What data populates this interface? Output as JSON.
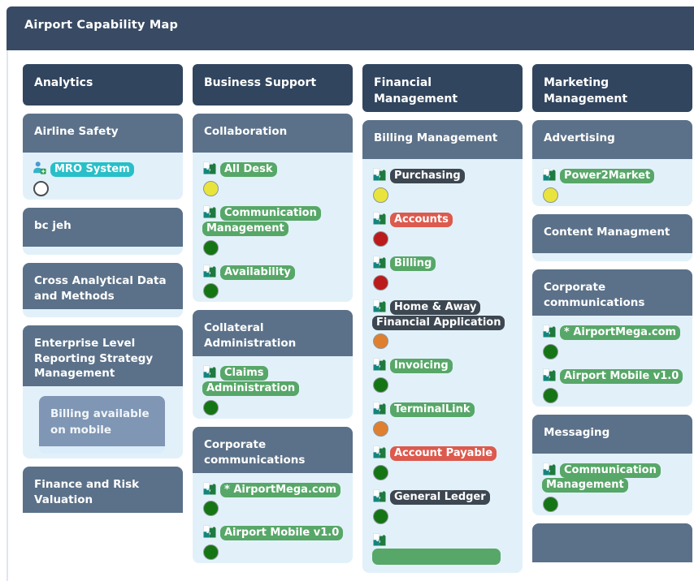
{
  "app": {
    "title": "Airport Capability Map"
  },
  "colors": {
    "navy": "#394b64",
    "col_head": "#31455e",
    "card_head": "#5b7189",
    "card_body": "#e2f1f9",
    "subcard": "#7f96b4",
    "pill_green": "#57a768",
    "pill_teal": "#29bfc8",
    "pill_dark": "#3d4751",
    "pill_red": "#dc5a4e",
    "status_yellow": "#e9e43c",
    "status_green": "#157515",
    "status_red": "#bb1b1b",
    "status_orange": "#df8030",
    "border_line": "#dfe7ee"
  },
  "icons": {
    "app_icon": "puzzle-application-icon",
    "person_icon": "person-application-icon"
  },
  "columns": [
    {
      "title": "Analytics",
      "cards": [
        {
          "title": "Airline Safety",
          "items": [
            {
              "label": "MRO System",
              "pill": "teal",
              "status": "hollow",
              "icon": "person-application-icon"
            }
          ]
        },
        {
          "title": "bc jeh",
          "items": []
        },
        {
          "title": "Cross Analytical Data and Methods",
          "items": []
        },
        {
          "title": "Enterprise Level Reporting Strategy Management",
          "subcards": [
            {
              "title": "Billing available on mobile"
            }
          ],
          "items": []
        },
        {
          "title": "Finance and Risk Valuation",
          "items": []
        }
      ]
    },
    {
      "title": "Business Support",
      "cards": [
        {
          "title": "Collaboration",
          "items": [
            {
              "label": "All Desk",
              "pill": "green",
              "status": "yellow",
              "icon": "puzzle-application-icon"
            },
            {
              "label": "Communication Management",
              "pill": "green",
              "status": "green",
              "icon": "puzzle-application-icon"
            },
            {
              "label": "Availability",
              "pill": "green",
              "status": "green",
              "icon": "puzzle-application-icon"
            }
          ]
        },
        {
          "title": "Collateral Administration",
          "items": [
            {
              "label": "Claims Administration",
              "pill": "green",
              "status": "green",
              "icon": "puzzle-application-icon"
            }
          ]
        },
        {
          "title": "Corporate communications",
          "items": [
            {
              "label": "* AirportMega.com",
              "pill": "green",
              "status": "green",
              "icon": "puzzle-application-icon"
            },
            {
              "label": "Airport Mobile v1.0",
              "pill": "green",
              "status": "green",
              "icon": "puzzle-application-icon"
            }
          ]
        }
      ]
    },
    {
      "title": "Financial Management",
      "cards": [
        {
          "title": "Billing Management",
          "items": [
            {
              "label": "Purchasing",
              "pill": "dark",
              "status": "yellow",
              "icon": "puzzle-application-icon"
            },
            {
              "label": "Accounts",
              "pill": "red",
              "status": "red",
              "icon": "puzzle-application-icon"
            },
            {
              "label": "Billing",
              "pill": "green",
              "status": "red",
              "icon": "puzzle-application-icon"
            },
            {
              "label": "Home & Away Financial Application",
              "pill": "dark",
              "status": "orange",
              "icon": "puzzle-application-icon"
            },
            {
              "label": "Invoicing",
              "pill": "green",
              "status": "green",
              "icon": "puzzle-application-icon"
            },
            {
              "label": "TerminalLink",
              "pill": "green",
              "status": "orange",
              "icon": "puzzle-application-icon"
            },
            {
              "label": "Account Payable",
              "pill": "red",
              "status": "green",
              "icon": "puzzle-application-icon"
            },
            {
              "label": "General Ledger",
              "pill": "dark",
              "status": "green",
              "icon": "puzzle-application-icon"
            },
            {
              "label": "",
              "pill": "green",
              "status": "none",
              "icon": "puzzle-application-icon",
              "note": "clipped at viewport bottom"
            }
          ]
        }
      ]
    },
    {
      "title": "Marketing Management",
      "cards": [
        {
          "title": "Advertising",
          "items": [
            {
              "label": "Power2Market",
              "pill": "green",
              "status": "yellow",
              "icon": "puzzle-application-icon"
            }
          ]
        },
        {
          "title": "Content Managment",
          "items": []
        },
        {
          "title": "Corporate communications",
          "items": [
            {
              "label": "* AirportMega.com",
              "pill": "green",
              "status": "green",
              "icon": "puzzle-application-icon"
            },
            {
              "label": "Airport Mobile v1.0",
              "pill": "green",
              "status": "green",
              "icon": "puzzle-application-icon"
            }
          ]
        },
        {
          "title": "Messaging",
          "items": [
            {
              "label": "Communication Management",
              "pill": "green",
              "status": "green",
              "icon": "puzzle-application-icon"
            }
          ]
        },
        {
          "title": "",
          "items": [],
          "note": "clipped card header at viewport bottom"
        }
      ]
    }
  ]
}
